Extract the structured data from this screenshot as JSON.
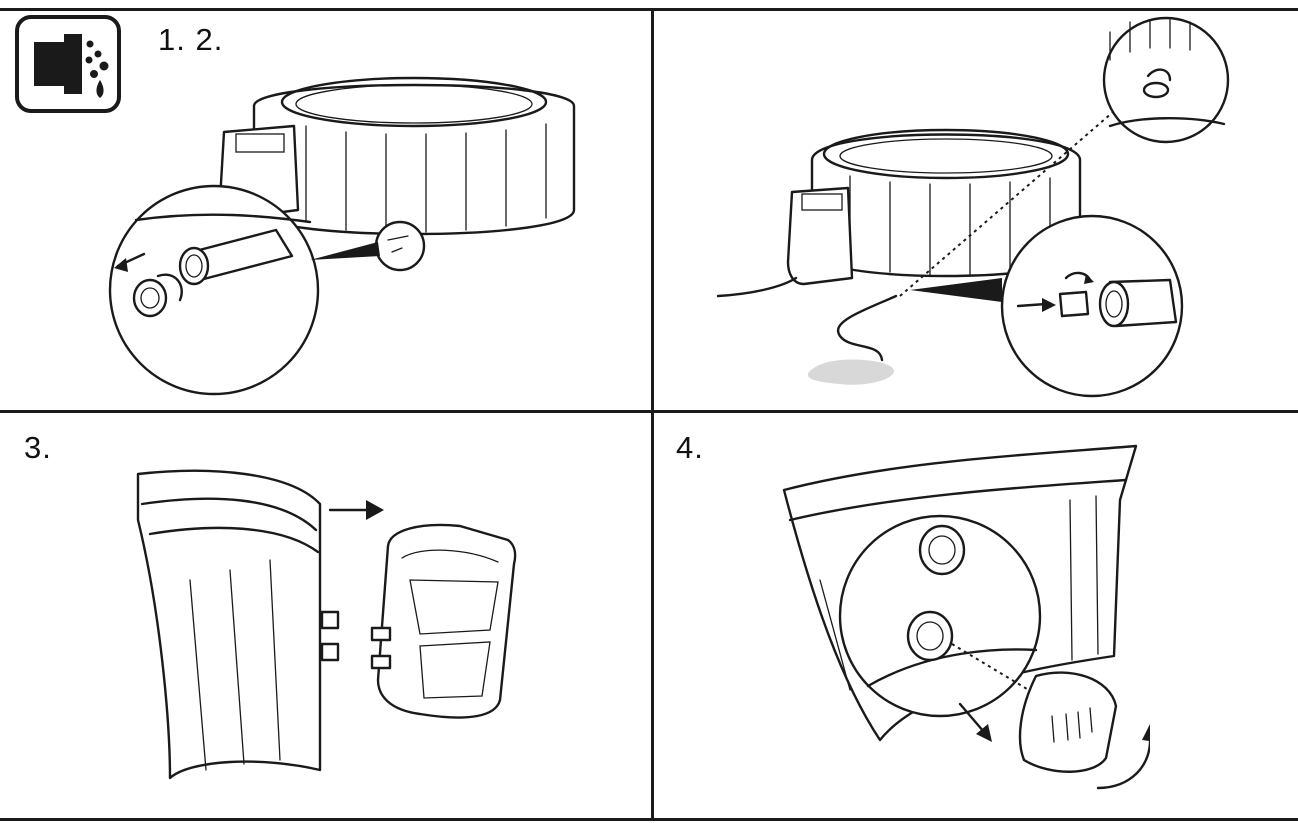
{
  "steps": {
    "step_1_2": "1. 2.",
    "step_3": "3.",
    "step_4": "4."
  },
  "icons": {
    "header": "drain-water-icon"
  },
  "colors": {
    "ink": "#1a1a1a",
    "background": "#ffffff",
    "puddle": "#d8d8d8"
  }
}
